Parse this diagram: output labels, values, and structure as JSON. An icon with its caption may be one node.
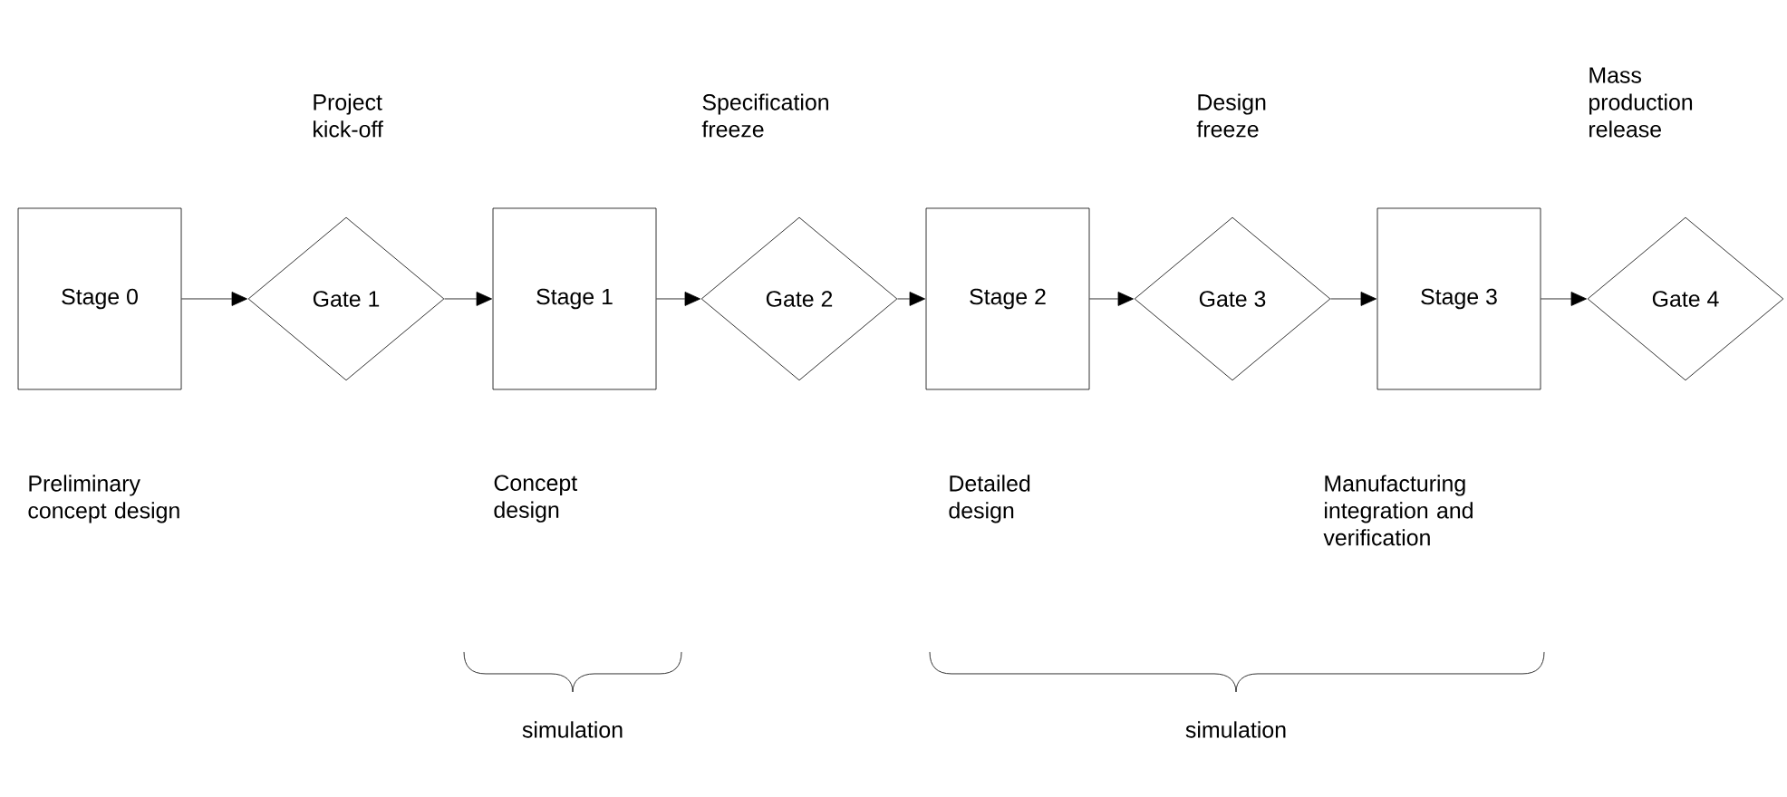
{
  "diagram": {
    "nodes": [
      {
        "text": [
          "Stage 0"
        ],
        "beside": [
          "Preliminary concept design"
        ]
      },
      {
        "text": [
          "Gate 1"
        ],
        "beside": [
          "Project kick-off"
        ]
      },
      {
        "text": [
          "Stage 1"
        ],
        "beside": [
          "Concept design"
        ]
      },
      {
        "text": [
          "Gate 2"
        ],
        "beside": [
          "Specification freeze"
        ]
      },
      {
        "text": [
          "Stage 2"
        ],
        "beside": [
          "Detailed design"
        ]
      },
      {
        "text": [
          "Gate 3"
        ],
        "beside": [
          "Design freeze"
        ]
      },
      {
        "text": [
          "Stage 3"
        ],
        "beside": [
          "Manufacturing integration and verification"
        ]
      },
      {
        "text": [
          "Gate 4"
        ],
        "beside": [
          "Mass production release"
        ]
      }
    ],
    "edges": [
      {
        "from": 0,
        "to": 1,
        "arrow": "to"
      },
      {
        "from": 1,
        "to": 2,
        "arrow": "to"
      },
      {
        "from": 2,
        "to": 3,
        "arrow": "to"
      },
      {
        "from": 3,
        "to": 4,
        "arrow": "to"
      },
      {
        "from": 4,
        "to": 5,
        "arrow": "to"
      },
      {
        "from": 5,
        "to": 6,
        "arrow": "to"
      },
      {
        "from": 6,
        "to": 7,
        "arrow": "to"
      }
    ],
    "labels": [
      "simulation",
      "simulation"
    ]
  }
}
